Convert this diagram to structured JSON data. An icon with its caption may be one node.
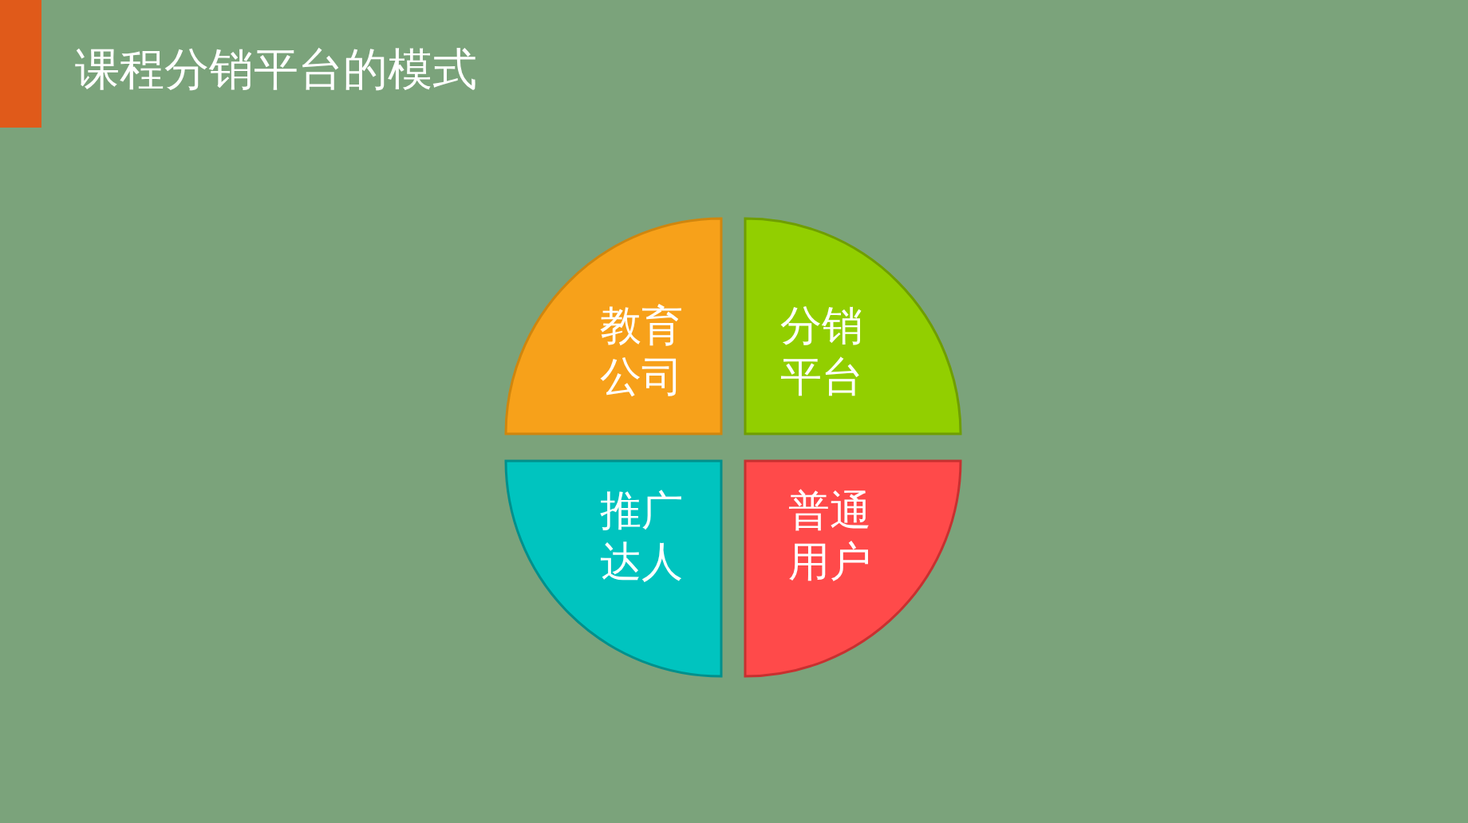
{
  "diagram": {
    "title": "课程分销平台的模式",
    "nodes": [
      {
        "text": [
          "教育公司"
        ]
      },
      {
        "text": [
          "分销平台"
        ]
      },
      {
        "text": [
          "推广达人"
        ]
      },
      {
        "text": [
          "普通用户"
        ]
      }
    ]
  }
}
